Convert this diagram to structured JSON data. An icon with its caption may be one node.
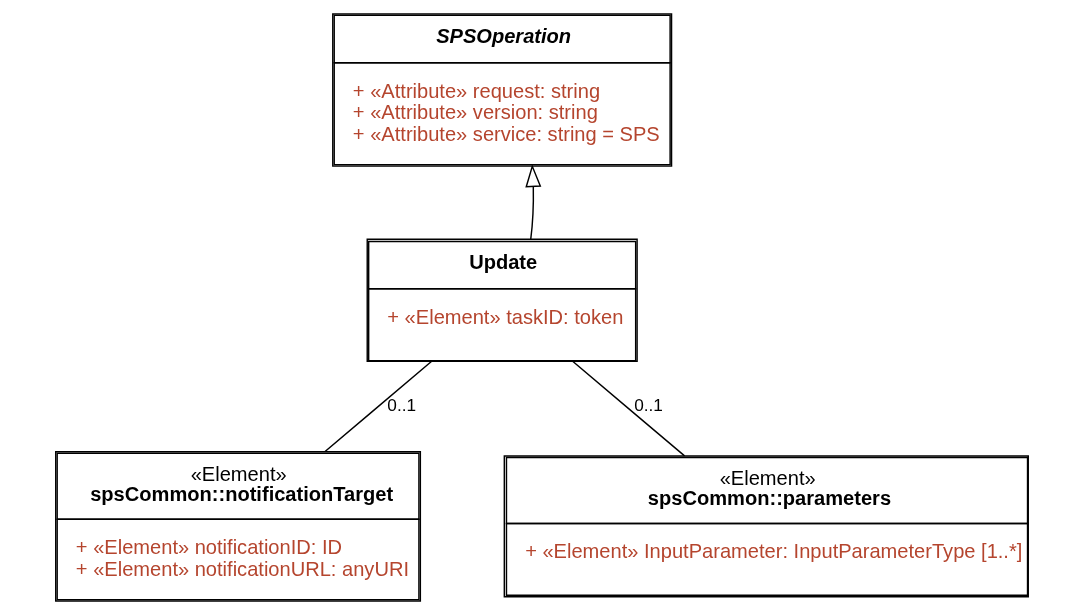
{
  "diagram": {
    "nodes": [
      {
        "text": [
          "SPSOperation",
          "+ «Attribute» request: string",
          "+ «Attribute» version: string",
          "+ «Attribute» service: string = SPS"
        ]
      },
      {
        "text": [
          "Update",
          "+ «Element» taskID: token"
        ]
      },
      {
        "text": [
          "«Element»",
          "spsCommon::notificationTarget",
          "+ «Element» notificationID: ID",
          "+ «Element» notificationURL: anyURI"
        ]
      },
      {
        "text": [
          "«Element»",
          "spsCommon::parameters",
          "+ «Element» InputParameter: InputParameterType [1..*]"
        ]
      }
    ],
    "edges": [
      {
        "from": 1,
        "to": 0,
        "arrow": "to"
      },
      {
        "from": 1,
        "to": 2,
        "arrow": "none",
        "label": "0..1"
      },
      {
        "from": 1,
        "to": 3,
        "arrow": "none",
        "label": "0..1"
      }
    ]
  }
}
